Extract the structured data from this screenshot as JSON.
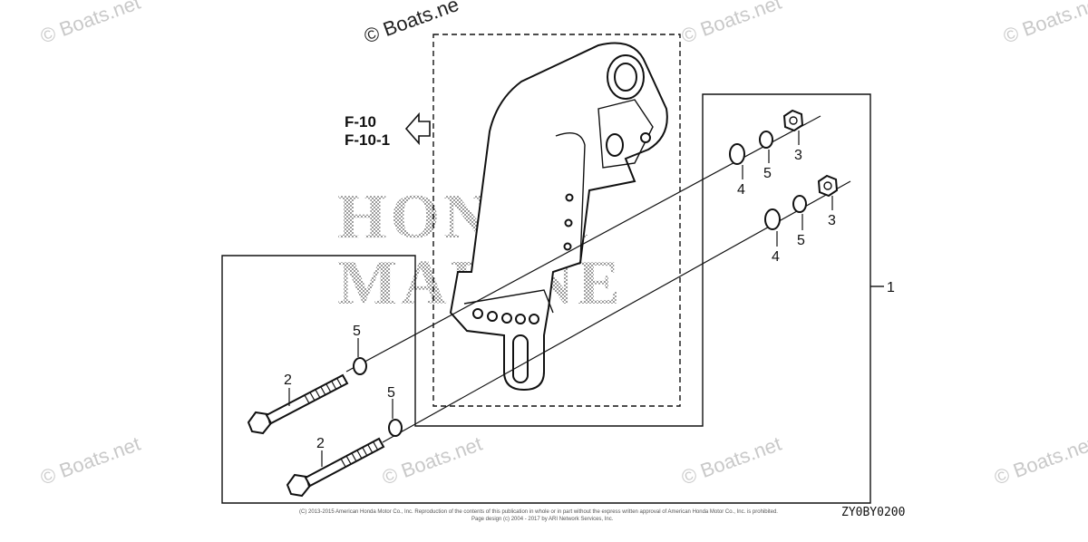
{
  "watermark": {
    "text": "© Boats.net",
    "top_text": "© Boats.ne"
  },
  "brand_watermark": {
    "line1": "HONDA",
    "line2": "MARINE"
  },
  "references": {
    "ref1": "F-10",
    "ref2": "F-10-1"
  },
  "callouts": {
    "c1": "1",
    "c2a": "2",
    "c2b": "2",
    "c3a": "3",
    "c3b": "3",
    "c4a": "4",
    "c4b": "4",
    "c5a": "5",
    "c5b": "5",
    "c5c": "5",
    "c5d": "5"
  },
  "diagram_code": "ZY0BY0200",
  "copyright": {
    "line1": "(C) 2013-2015 American Honda Motor Co., Inc. Reproduction of the contents of this publication in whole or in part without the express written approval of American Honda Motor Co., Inc. is prohibited.",
    "line2": "Page design (c) 2004 - 2017 by ARI Network Services, Inc."
  }
}
